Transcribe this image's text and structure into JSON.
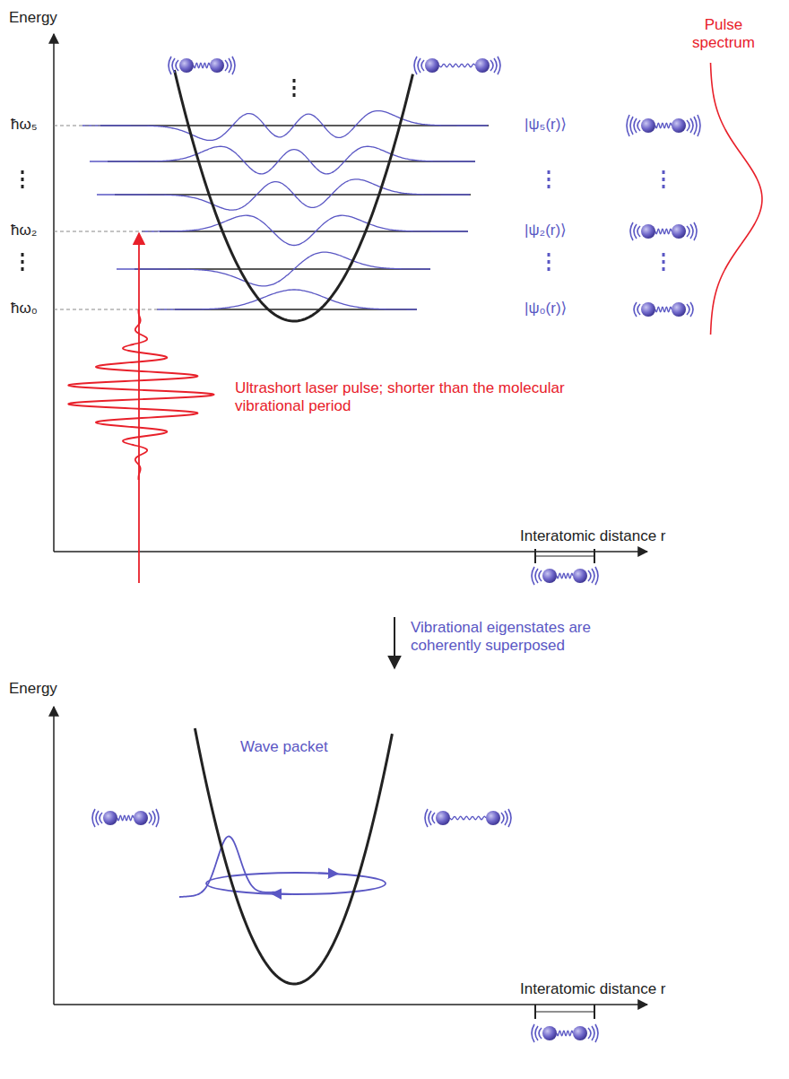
{
  "diagram": {
    "labels": [
      "Energy",
      "Pulse spectrum",
      "ħω₅",
      "ħω₂",
      "ħω₀",
      "|ψ₅(r)⟩",
      "|ψ₂(r)⟩",
      "|ψ₀(r)⟩",
      "Ultrashort laser pulse; shorter than the molecular vibrational period",
      "Interatomic distance r",
      "Vibrational eigenstates are coherently superposed",
      "Energy",
      "Wave packet",
      "Interatomic distance r"
    ]
  }
}
